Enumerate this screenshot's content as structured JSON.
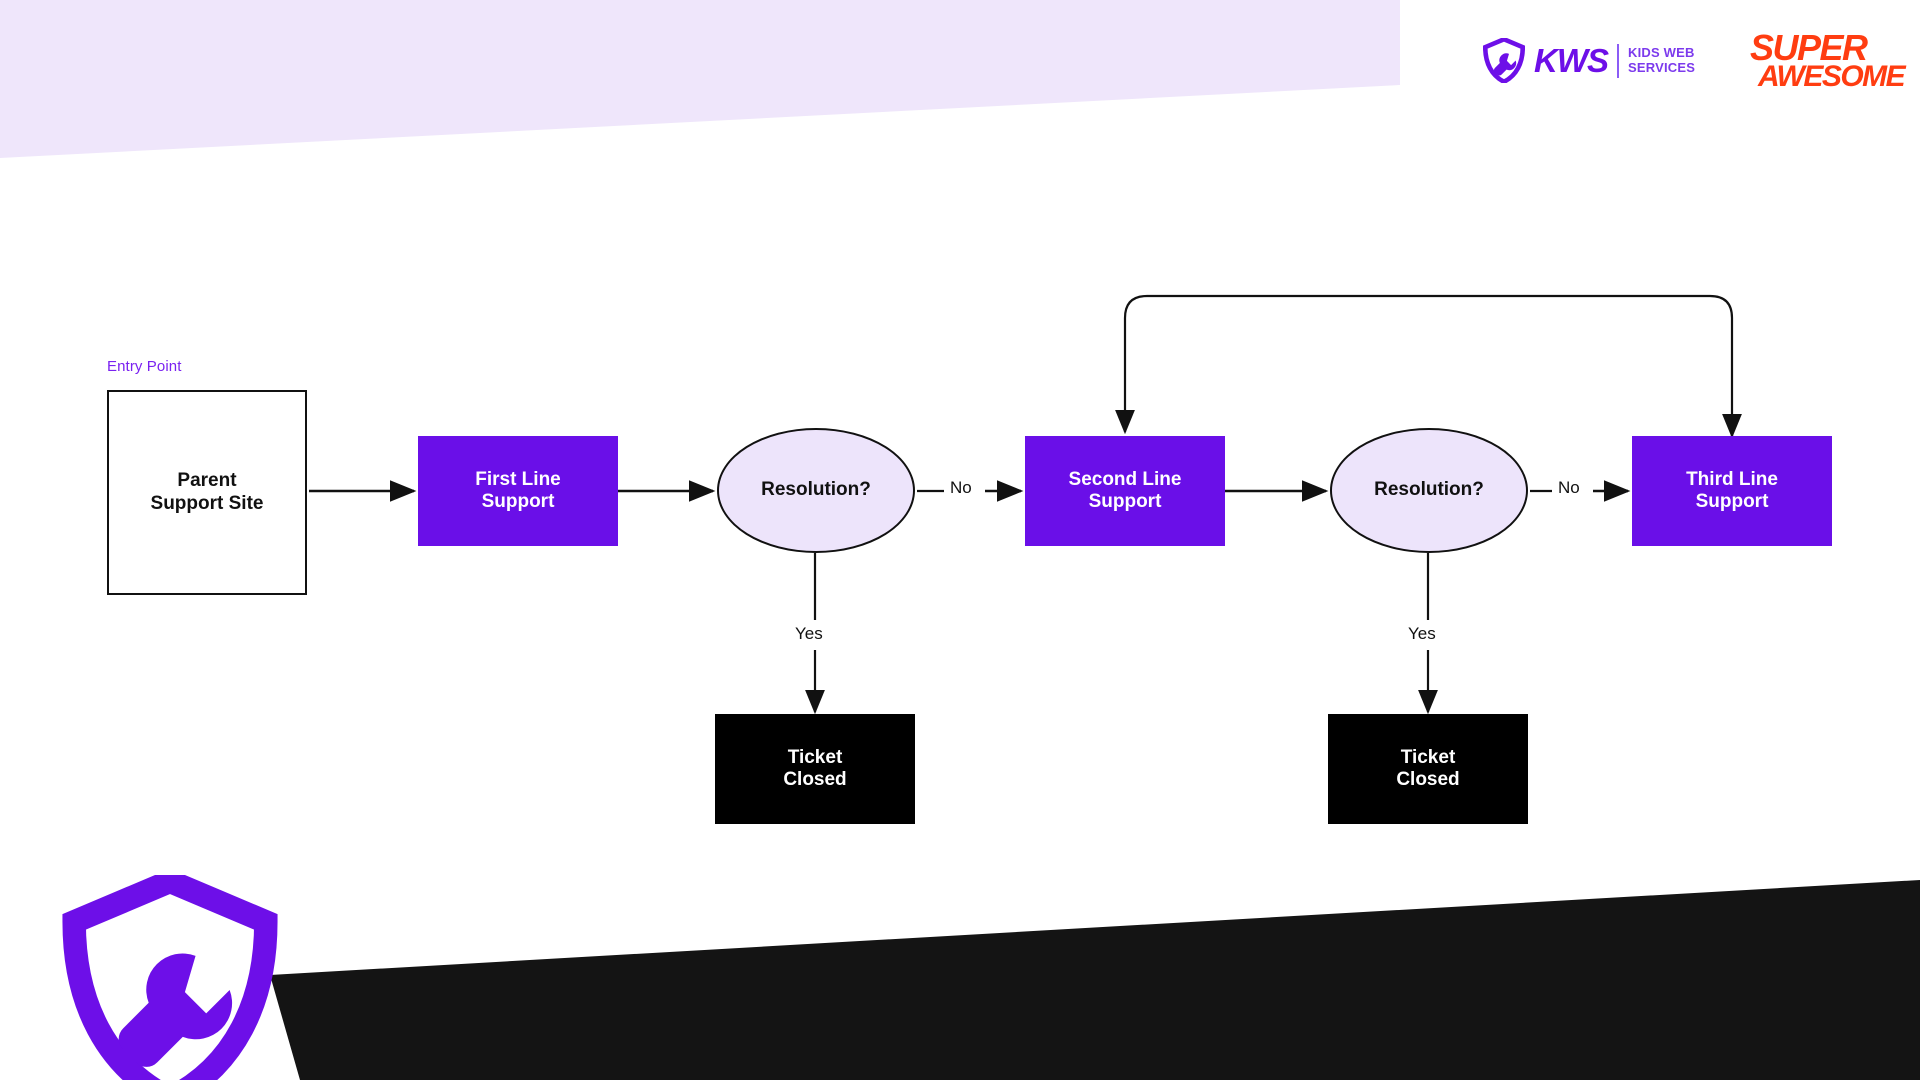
{
  "branding": {
    "kws": {
      "wordmark": "KWS",
      "subtitle_line1": "KIDS WEB",
      "subtitle_line2": "SERVICES",
      "shield_icon": "shield-wrench-icon",
      "color": "#6D0FE8"
    },
    "superawesome": {
      "line1": "SUPER",
      "line2": "AWESOME",
      "color": "#FF3D11"
    },
    "corner_mark": {
      "icon": "shield-wrench-icon",
      "color": "#6D0FE8"
    }
  },
  "colors": {
    "purple": "#6A0FE8",
    "lavender_fill": "#EDE4FB",
    "lavender_band": "#EFE6FB",
    "black": "#000000",
    "entry_label": "#7A21F0",
    "white": "#FFFFFF"
  },
  "diagram": {
    "type": "flowchart",
    "entry_label": "Entry Point",
    "nodes": [
      {
        "id": "entry",
        "label": "Parent\nSupport Site",
        "line1": "Parent",
        "line2": "Support Site",
        "shape": "rectangle",
        "style": "outline"
      },
      {
        "id": "first",
        "label": "First Line Support",
        "line1": "First Line",
        "line2": "Support",
        "shape": "rectangle",
        "style": "purple"
      },
      {
        "id": "res1",
        "label": "Resolution?",
        "line1": "Resolution?",
        "line2": "",
        "shape": "ellipse",
        "style": "lavender"
      },
      {
        "id": "closed1",
        "label": "Ticket Closed",
        "line1": "Ticket",
        "line2": "Closed",
        "shape": "rectangle",
        "style": "black"
      },
      {
        "id": "second",
        "label": "Second Line Support",
        "line1": "Second Line",
        "line2": "Support",
        "shape": "rectangle",
        "style": "purple"
      },
      {
        "id": "res2",
        "label": "Resolution?",
        "line1": "Resolution?",
        "line2": "",
        "shape": "ellipse",
        "style": "lavender"
      },
      {
        "id": "closed2",
        "label": "Ticket Closed",
        "line1": "Ticket",
        "line2": "Closed",
        "shape": "rectangle",
        "style": "black"
      },
      {
        "id": "third",
        "label": "Third Line Support",
        "line1": "Third Line",
        "line2": "Support",
        "shape": "rectangle",
        "style": "purple"
      }
    ],
    "edges": [
      {
        "from": "entry",
        "to": "first",
        "label": ""
      },
      {
        "from": "first",
        "to": "res1",
        "label": ""
      },
      {
        "from": "res1",
        "to": "second",
        "label": "No"
      },
      {
        "from": "res1",
        "to": "closed1",
        "label": "Yes"
      },
      {
        "from": "second",
        "to": "res2",
        "label": ""
      },
      {
        "from": "res2",
        "to": "third",
        "label": "No"
      },
      {
        "from": "res2",
        "to": "closed2",
        "label": "Yes"
      },
      {
        "from": "third",
        "to": "second",
        "label": ""
      }
    ],
    "edge_labels": {
      "no_1": "No",
      "no_2": "No",
      "yes_1": "Yes",
      "yes_2": "Yes"
    }
  }
}
